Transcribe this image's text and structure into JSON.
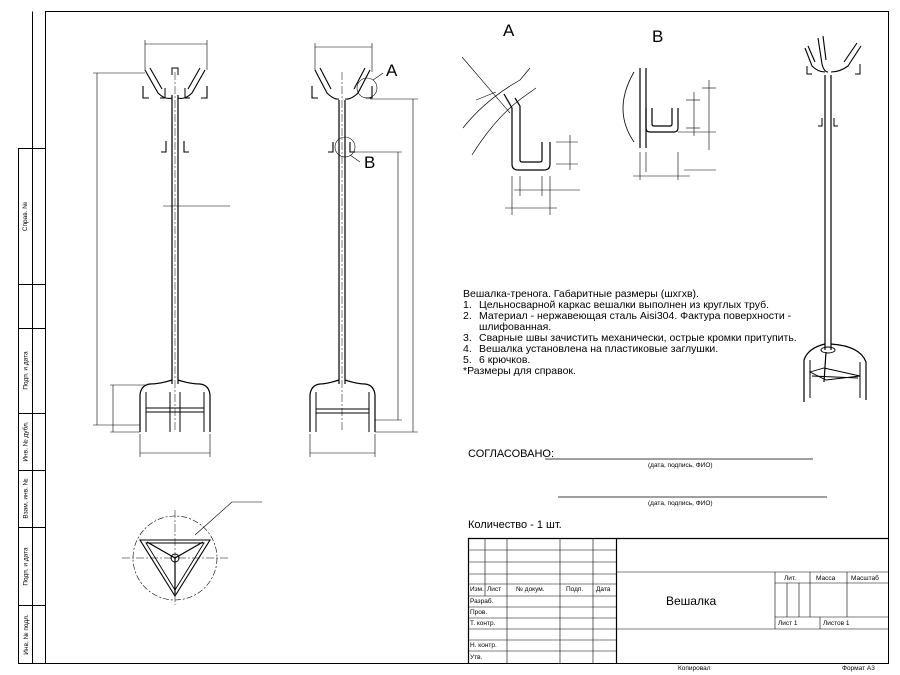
{
  "views": {
    "callout_a": "A",
    "callout_b": "B",
    "detail_a_title": "A",
    "detail_b_title": "B"
  },
  "notes": {
    "title": "Вешалка-тренога. Габаритные размеры (шхгхв).",
    "items": [
      {
        "num": "1.",
        "text": "Цельносварной каркас вешалки выполнен из круглых труб."
      },
      {
        "num": "2.",
        "text": "Материал - нержавеющая сталь Aisi304. Фактура поверхности -"
      },
      {
        "num": "",
        "text": "шлифованная."
      },
      {
        "num": "3.",
        "text": "Сварные швы зачистить механически, острые кромки притупить."
      },
      {
        "num": "4.",
        "text": "Вешалка установлена на пластиковые заглушки."
      },
      {
        "num": "5.",
        "text": "6 крючков."
      }
    ],
    "footnote": "*Размеры для справок."
  },
  "approval": {
    "label": "СОГЛАСОВАНО:",
    "caption_1": "(дата, подпись, ФИО)",
    "caption_2": "(дата, подпись, ФИО)"
  },
  "quantity": "Количество - 1 шт.",
  "side_stamp": {
    "labels": [
      "Справ. №",
      "Подп. и дата",
      "Инв. № дубл.",
      "Взам. инв. №",
      "Подп. и дата",
      "Инв. № подл."
    ]
  },
  "title_block": {
    "headers": {
      "izm": "Изм.",
      "list": "Лист",
      "doc": "№ докум.",
      "podp": "Подп.",
      "data": "Дата"
    },
    "rows": [
      "Разраб.",
      "Пров.",
      "Т. контр.",
      "Н. контр.",
      "Утв."
    ],
    "name": "Вешалка",
    "lit": "Лит.",
    "massa": "Масса",
    "masshtab": "Масштаб",
    "sheet": "Лист 1",
    "sheets": "Листов 1"
  },
  "footer": {
    "copied": "Копировал",
    "format": "Формат А3"
  }
}
